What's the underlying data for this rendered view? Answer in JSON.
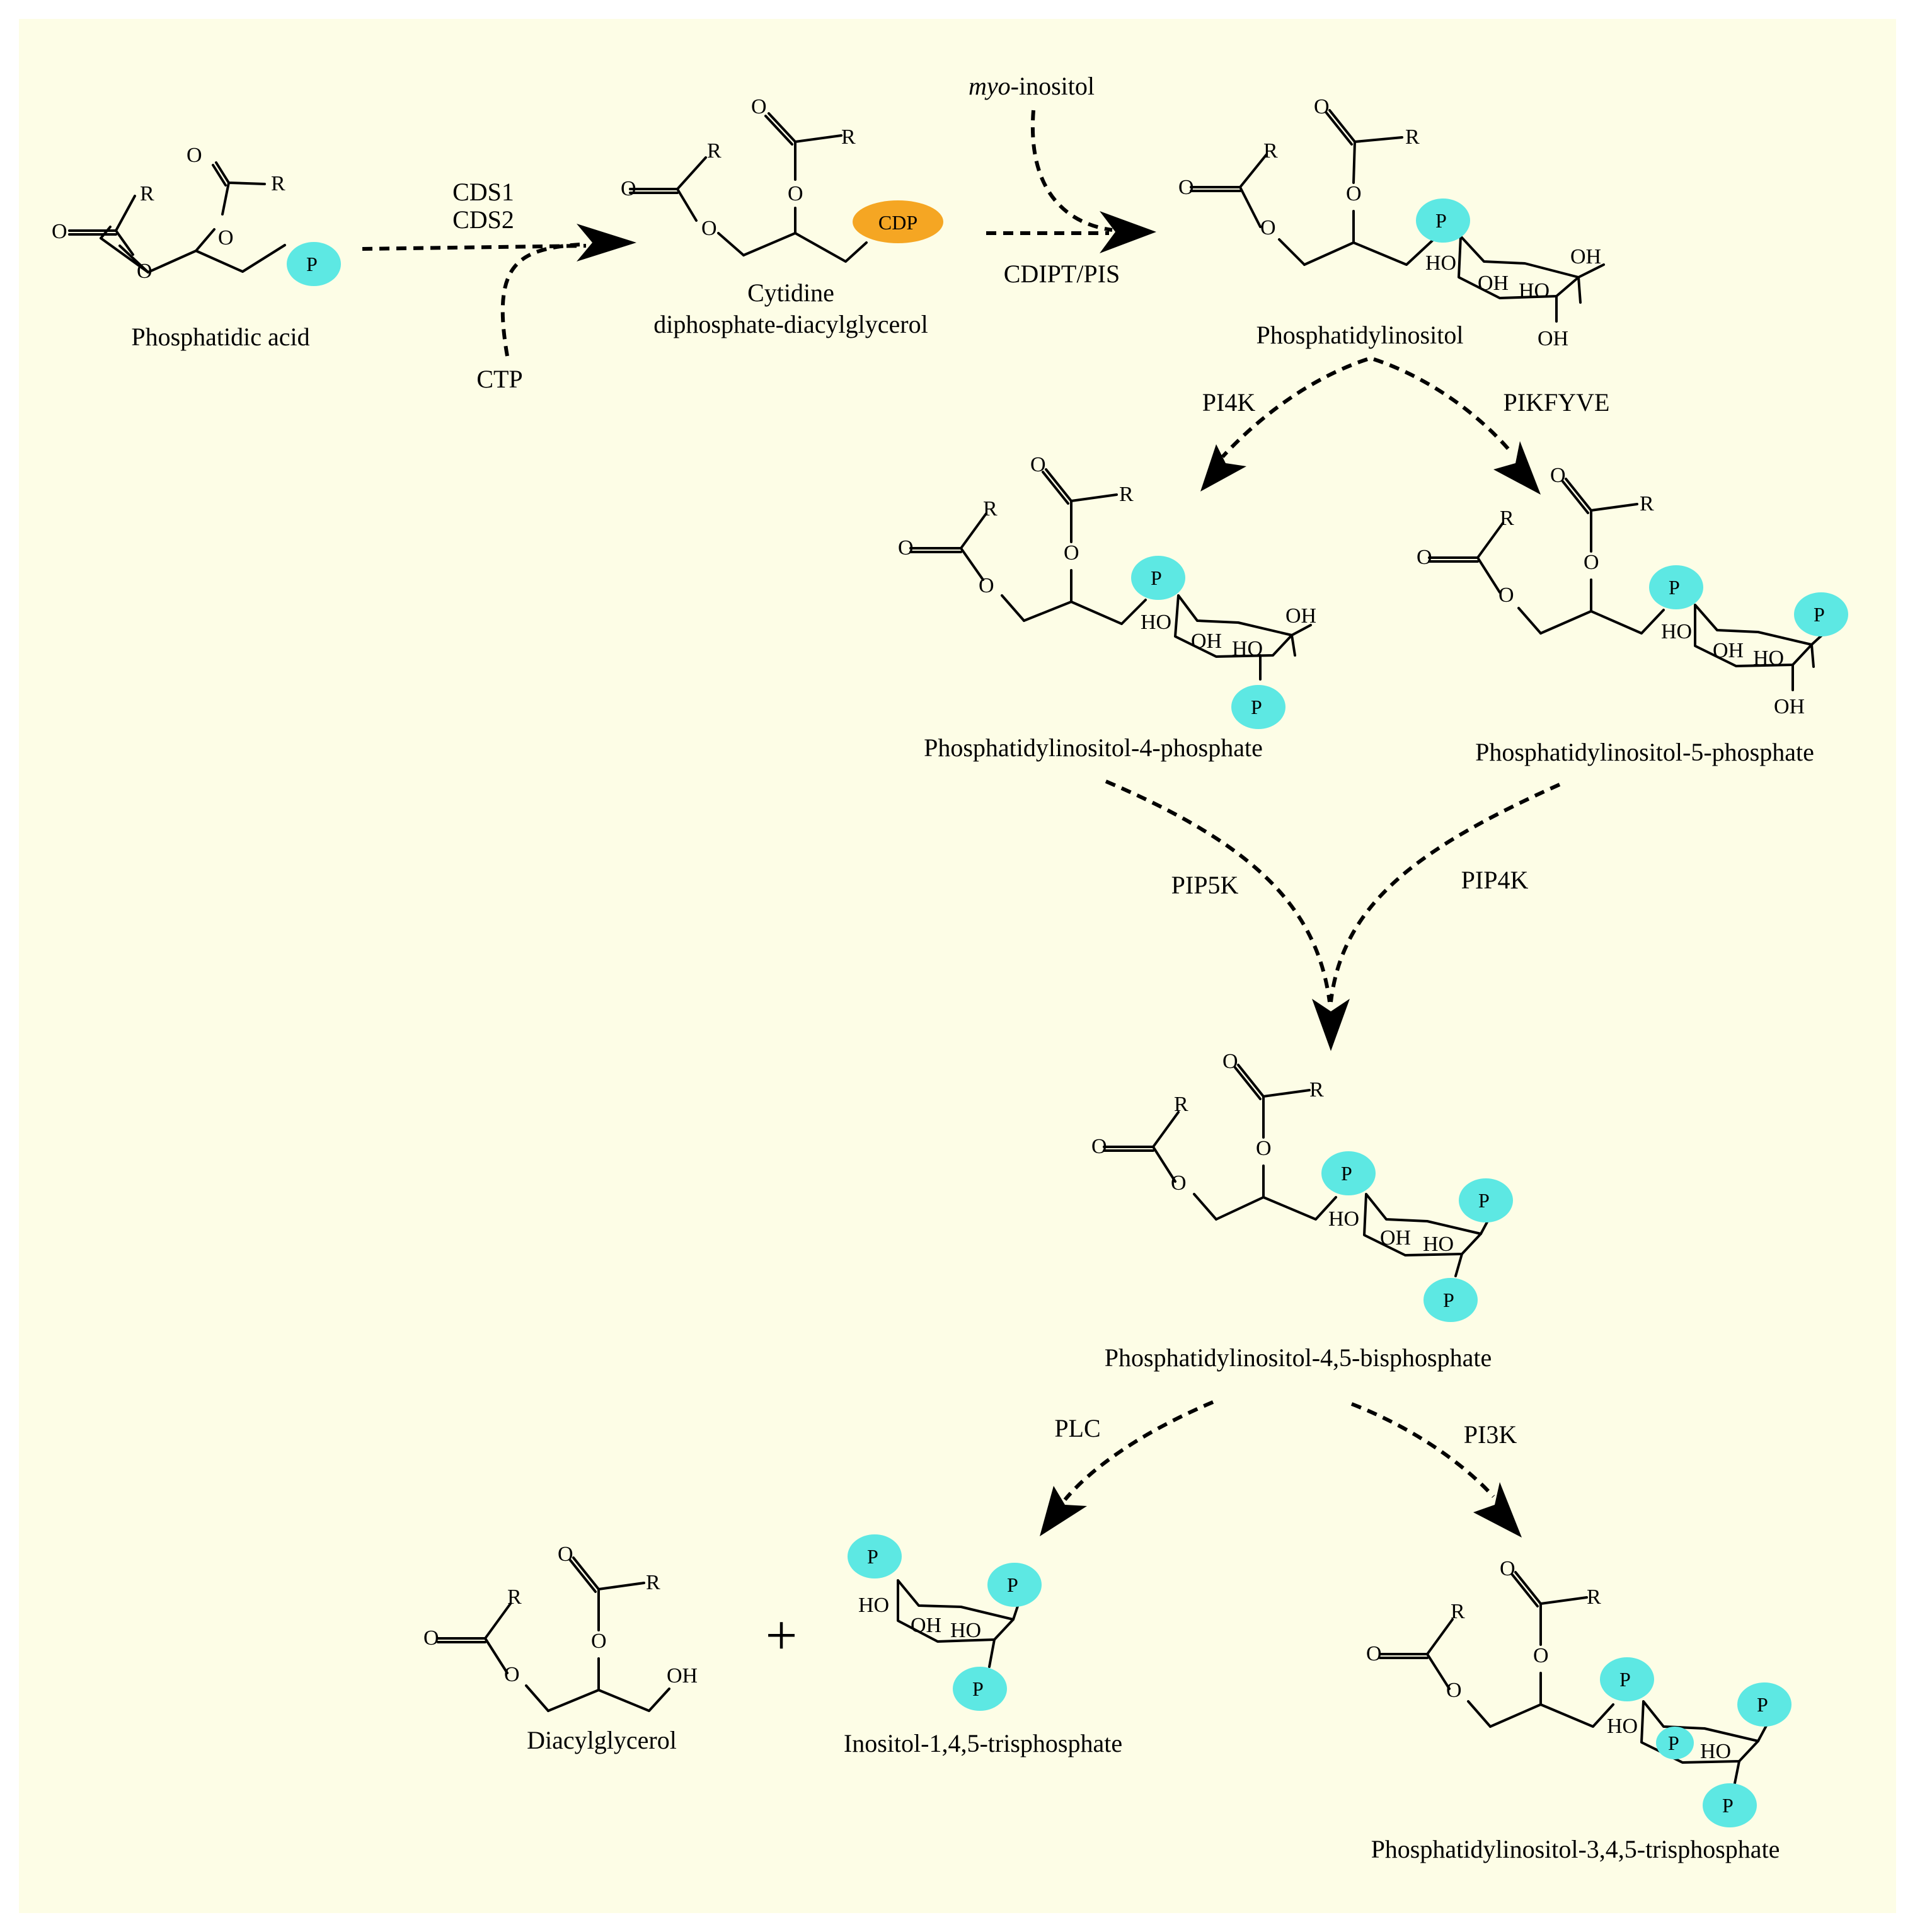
{
  "colors": {
    "background": "#fdfde6",
    "phosphate": "#5de8e3",
    "cdp": "#f5a623"
  },
  "compounds": {
    "pa": "Phosphatidic acid",
    "cdpdag": [
      "Cytidine",
      "diphosphate-diacylglycerol"
    ],
    "pi": "Phosphatidylinositol",
    "pi4p": "Phosphatidylinositol-4-phosphate",
    "pi5p": "Phosphatidylinositol-5-phosphate",
    "pip2": "Phosphatidylinositol-4,5-bisphosphate",
    "dag": "Diacylglycerol",
    "ip3": "Inositol-1,4,5-trisphosphate",
    "pip3": "Phosphatidylinositol-3,4,5-trisphosphate"
  },
  "enzymes": {
    "cds": [
      "CDS1",
      "CDS2"
    ],
    "cdipt": "CDIPT/PIS",
    "pi4k": "PI4K",
    "pikfyve": "PIKFYVE",
    "pip5k": "PIP5K",
    "pip4k": "PIP4K",
    "plc": "PLC",
    "pi3k": "PI3K"
  },
  "cofactors": {
    "ctp": "CTP",
    "myo_inositol": {
      "prefix": "myo",
      "suffix": "-inositol"
    }
  },
  "atoms": {
    "O": "O",
    "R": "R",
    "OH": "OH",
    "HO": "HO",
    "P": "P",
    "CDP": "CDP"
  },
  "plus": "+"
}
